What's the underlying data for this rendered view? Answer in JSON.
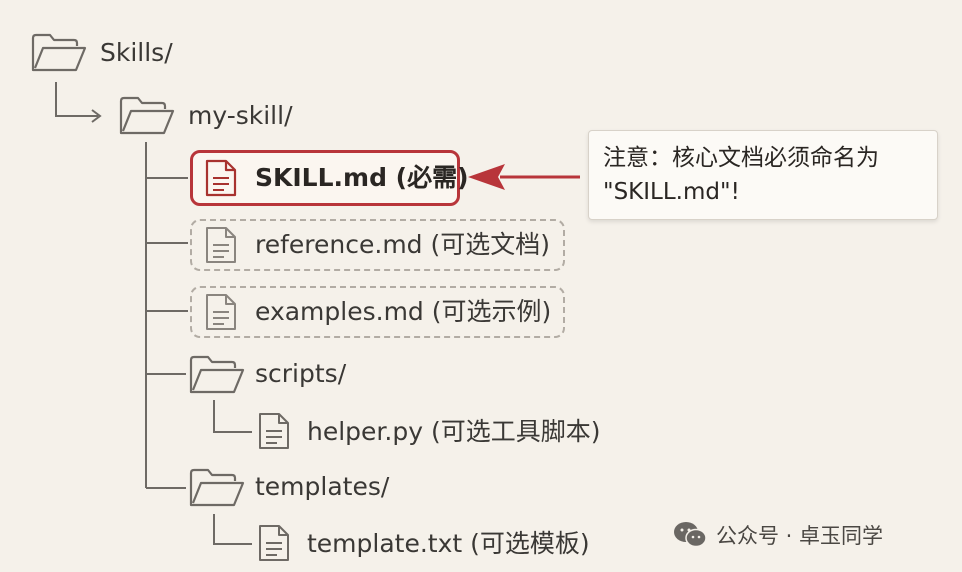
{
  "tree": {
    "root": {
      "label": "Skills/",
      "icon": "folder-icon"
    },
    "skill_folder": {
      "label": "my-skill/",
      "icon": "folder-icon"
    },
    "files": {
      "skill_md": {
        "label": "SKILL.md (必需)",
        "icon": "document-icon",
        "status": "required"
      },
      "reference_md": {
        "label": "reference.md (可选文档)",
        "icon": "document-icon",
        "status": "optional"
      },
      "examples_md": {
        "label": "examples.md (可选示例)",
        "icon": "document-icon",
        "status": "optional"
      }
    },
    "scripts_folder": {
      "label": "scripts/",
      "icon": "folder-icon"
    },
    "helper_py": {
      "label": "helper.py (可选工具脚本)",
      "icon": "document-icon"
    },
    "templates_folder": {
      "label": "templates/",
      "icon": "folder-icon"
    },
    "template_txt": {
      "label": "template.txt (可选模板)",
      "icon": "document-icon"
    }
  },
  "callout": {
    "line1": "注意：核心文档必须命名为",
    "line2": "\"SKILL.md\"!"
  },
  "watermark": {
    "text": "公众号 · 卓玉同学",
    "icon": "wechat-icon"
  },
  "colors": {
    "background": "#f5f1ea",
    "highlight_red": "#b8353a",
    "line_gray": "#6e6a65",
    "dashed_border": "#b2aca4"
  }
}
